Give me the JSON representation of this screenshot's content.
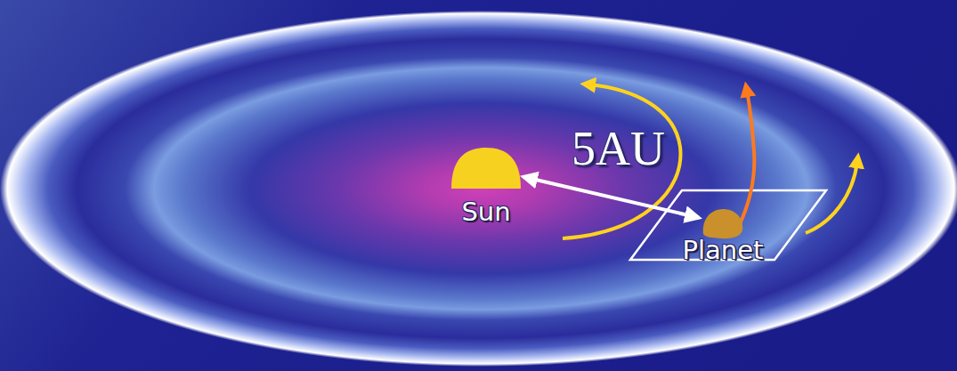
{
  "diagram": {
    "nodes": [
      {
        "text": [
          "Sun"
        ]
      },
      {
        "text": [
          "Planet"
        ]
      }
    ],
    "edges": [
      {
        "from": 0,
        "to": 1,
        "arrow": "both",
        "label": "5AU"
      }
    ]
  }
}
